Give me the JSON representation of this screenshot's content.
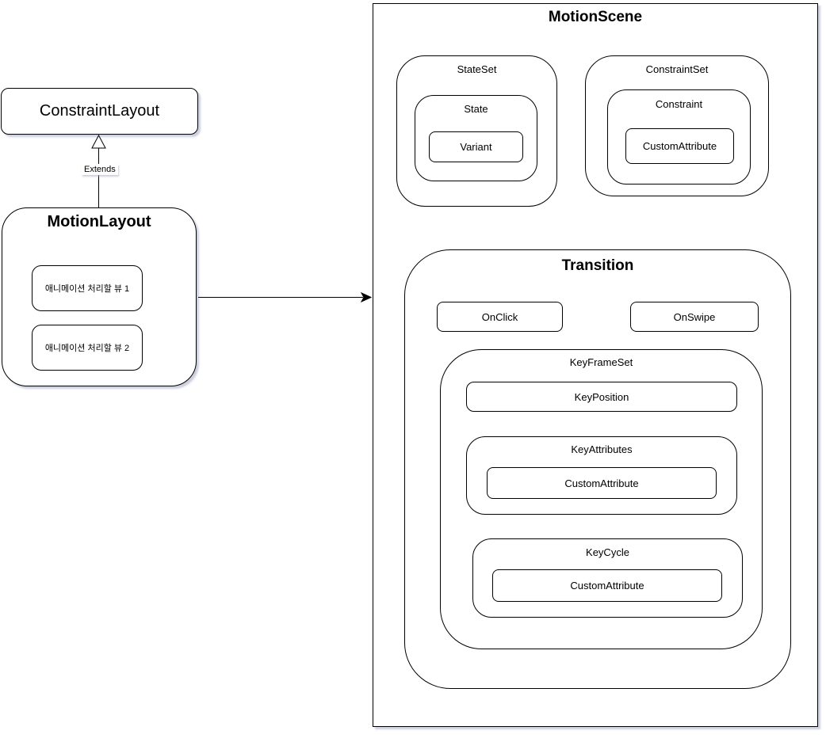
{
  "diagram": {
    "colors": {
      "stroke": "#000000",
      "fill": "#ffffff",
      "shadow": "#a0a8c2"
    },
    "left": {
      "constraint_layout": {
        "label": "ConstraintLayout"
      },
      "extends_edge": {
        "label": "Extends"
      },
      "motion_layout": {
        "label": "MotionLayout",
        "views": [
          {
            "label": "애니메이션 처리할 뷰 1"
          },
          {
            "label": "애니메이션 처리할 뷰 2"
          }
        ]
      }
    },
    "motion_scene": {
      "label": "MotionScene",
      "state_set": {
        "label": "StateSet",
        "state": {
          "label": "State",
          "variant": {
            "label": "Variant"
          }
        }
      },
      "constraint_set": {
        "label": "ConstraintSet",
        "constraint": {
          "label": "Constraint",
          "custom_attribute": {
            "label": "CustomAttribute"
          }
        }
      },
      "transition": {
        "label": "Transition",
        "on_click": {
          "label": "OnClick"
        },
        "on_swipe": {
          "label": "OnSwipe"
        },
        "key_frame_set": {
          "label": "KeyFrameSet",
          "key_position": {
            "label": "KeyPosition"
          },
          "key_attributes": {
            "label": "KeyAttributes",
            "custom_attribute": {
              "label": "CustomAttribute"
            }
          },
          "key_cycle": {
            "label": "KeyCycle",
            "custom_attribute": {
              "label": "CustomAttribute"
            }
          }
        }
      }
    }
  }
}
